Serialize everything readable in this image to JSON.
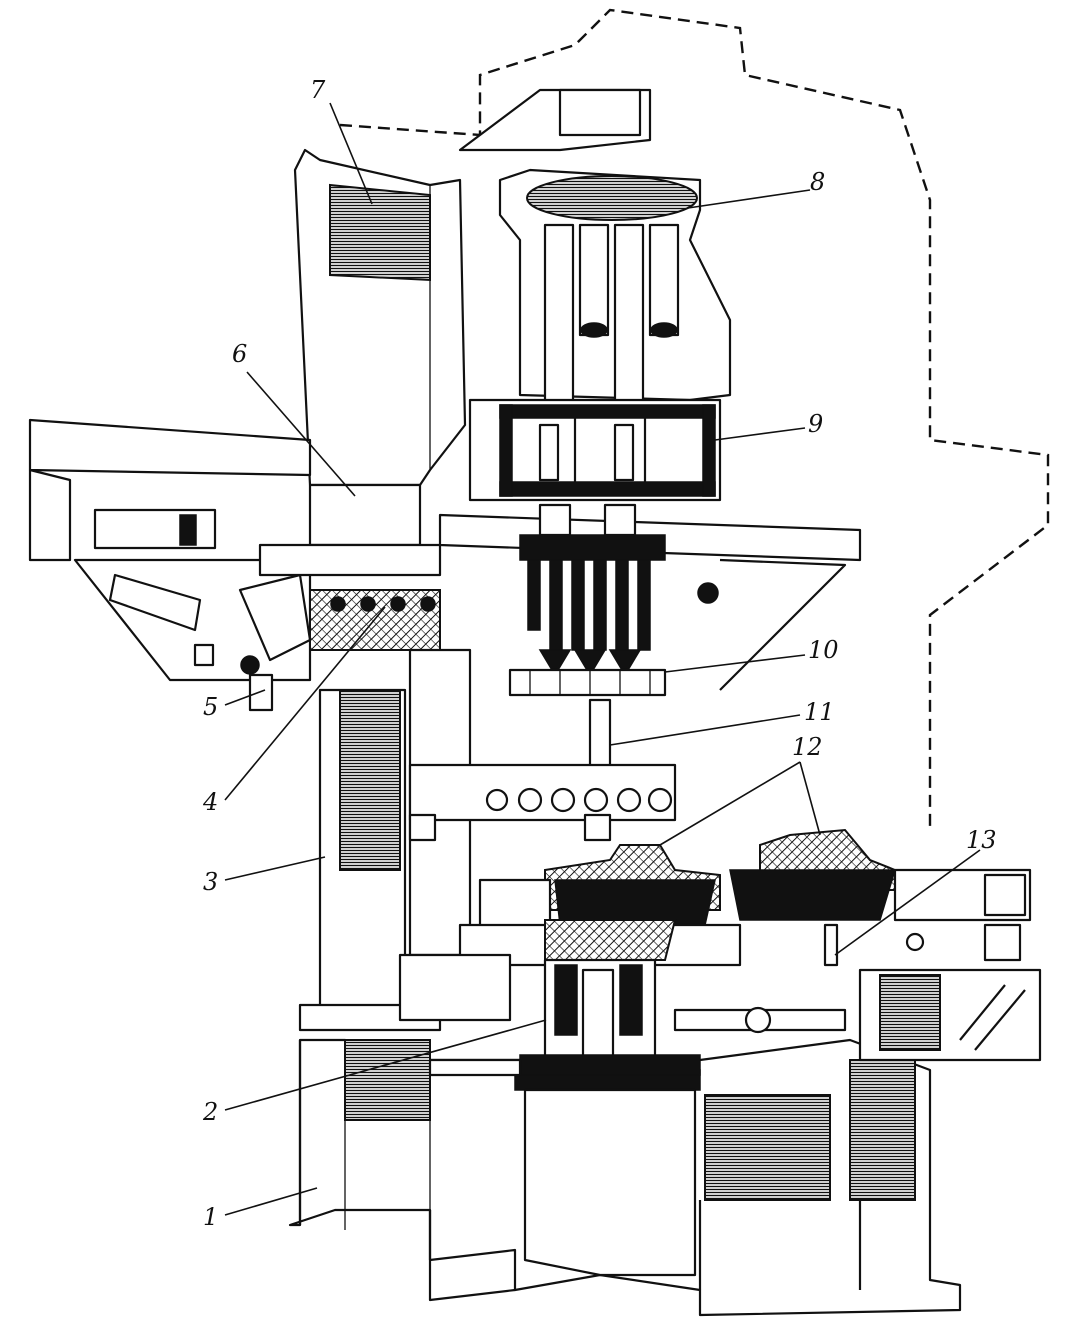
{
  "figure": {
    "callouts": [
      {
        "id": "c1",
        "label": "1"
      },
      {
        "id": "c2",
        "label": "2"
      },
      {
        "id": "c3",
        "label": "3"
      },
      {
        "id": "c4",
        "label": "4"
      },
      {
        "id": "c5",
        "label": "5"
      },
      {
        "id": "c6",
        "label": "6"
      },
      {
        "id": "c7",
        "label": "7"
      },
      {
        "id": "c8",
        "label": "8"
      },
      {
        "id": "c9",
        "label": "9"
      },
      {
        "id": "c10",
        "label": "10"
      },
      {
        "id": "c11",
        "label": "11"
      },
      {
        "id": "c12",
        "label": "12"
      },
      {
        "id": "c13",
        "label": "13"
      }
    ]
  }
}
